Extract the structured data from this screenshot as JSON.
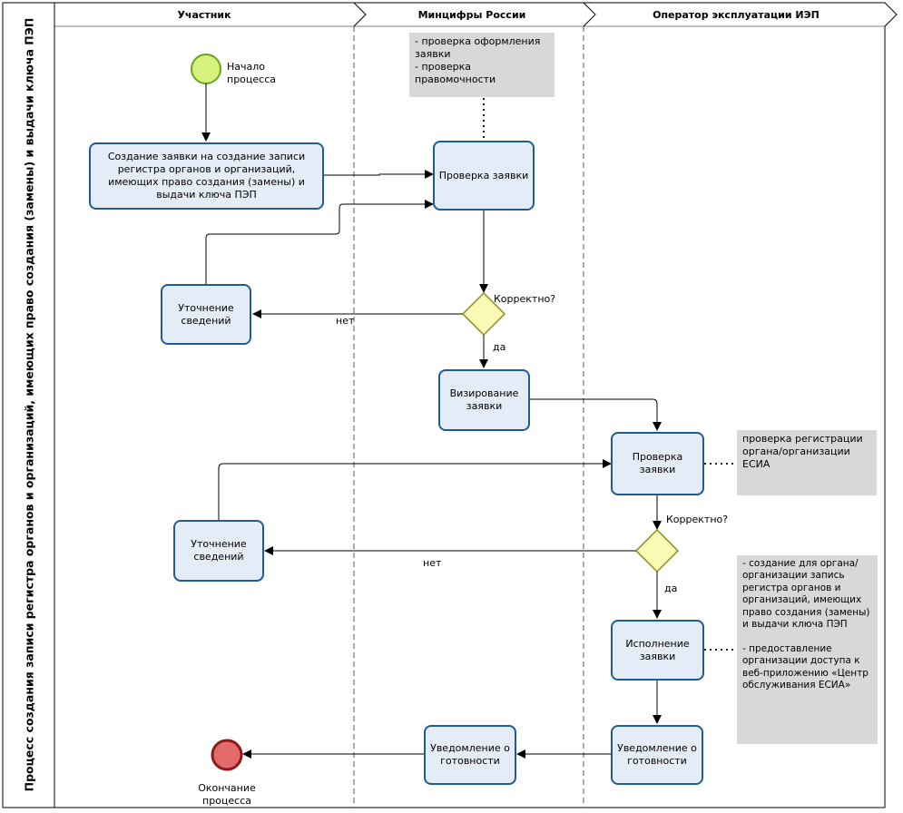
{
  "pool": {
    "title": "Процесс создания записи регистра органов и организаций, имеющих право создания (замены) и выдачи ключа ПЭП",
    "lanes": [
      "Участник",
      "Минцифры России",
      "Оператор эксплуатации ИЭП"
    ]
  },
  "events": {
    "start": "Начало процесса",
    "end": "Окончание процесса"
  },
  "tasks": {
    "create": "Создание заявки на создание записи регистра органов и организаций, имеющих право создания (замены) и выдачи ключа ПЭП",
    "check1": "Проверка заявки",
    "clarify1": "Уточнение сведений",
    "visa": "Визирование заявки",
    "check2": "Проверка заявки",
    "clarify2": "Уточнение сведений",
    "execute": "Исполнение заявки",
    "notify_op": "Уведомление о готовности",
    "notify_part": "Уведомление о готовности"
  },
  "gateways": {
    "g1": "Корректно?",
    "g2": "Корректно?"
  },
  "flows": {
    "no1": "нет",
    "yes1": "да",
    "no2": "нет",
    "yes2": "да"
  },
  "notes": {
    "n1": "- проверка оформления заявки\n- проверка правомочности",
    "n2": "проверка регистрации органа/организации ЕСИА",
    "n3": "- создание для органа/организации запись регистра органов и организаций, имеющих право создания (замены) и выдачи ключа ПЭП\n\n- предоставление организации доступа к веб-приложению «Центр обслуживания ЕСИА»"
  },
  "colors": {
    "task_fill": "#e4ecf7",
    "task_border": "#1f5c94",
    "start_fill": "#d4f27c",
    "end_fill": "#e36a6a",
    "gateway_fill": "#fafab4",
    "note_fill": "#d8d8d8"
  }
}
